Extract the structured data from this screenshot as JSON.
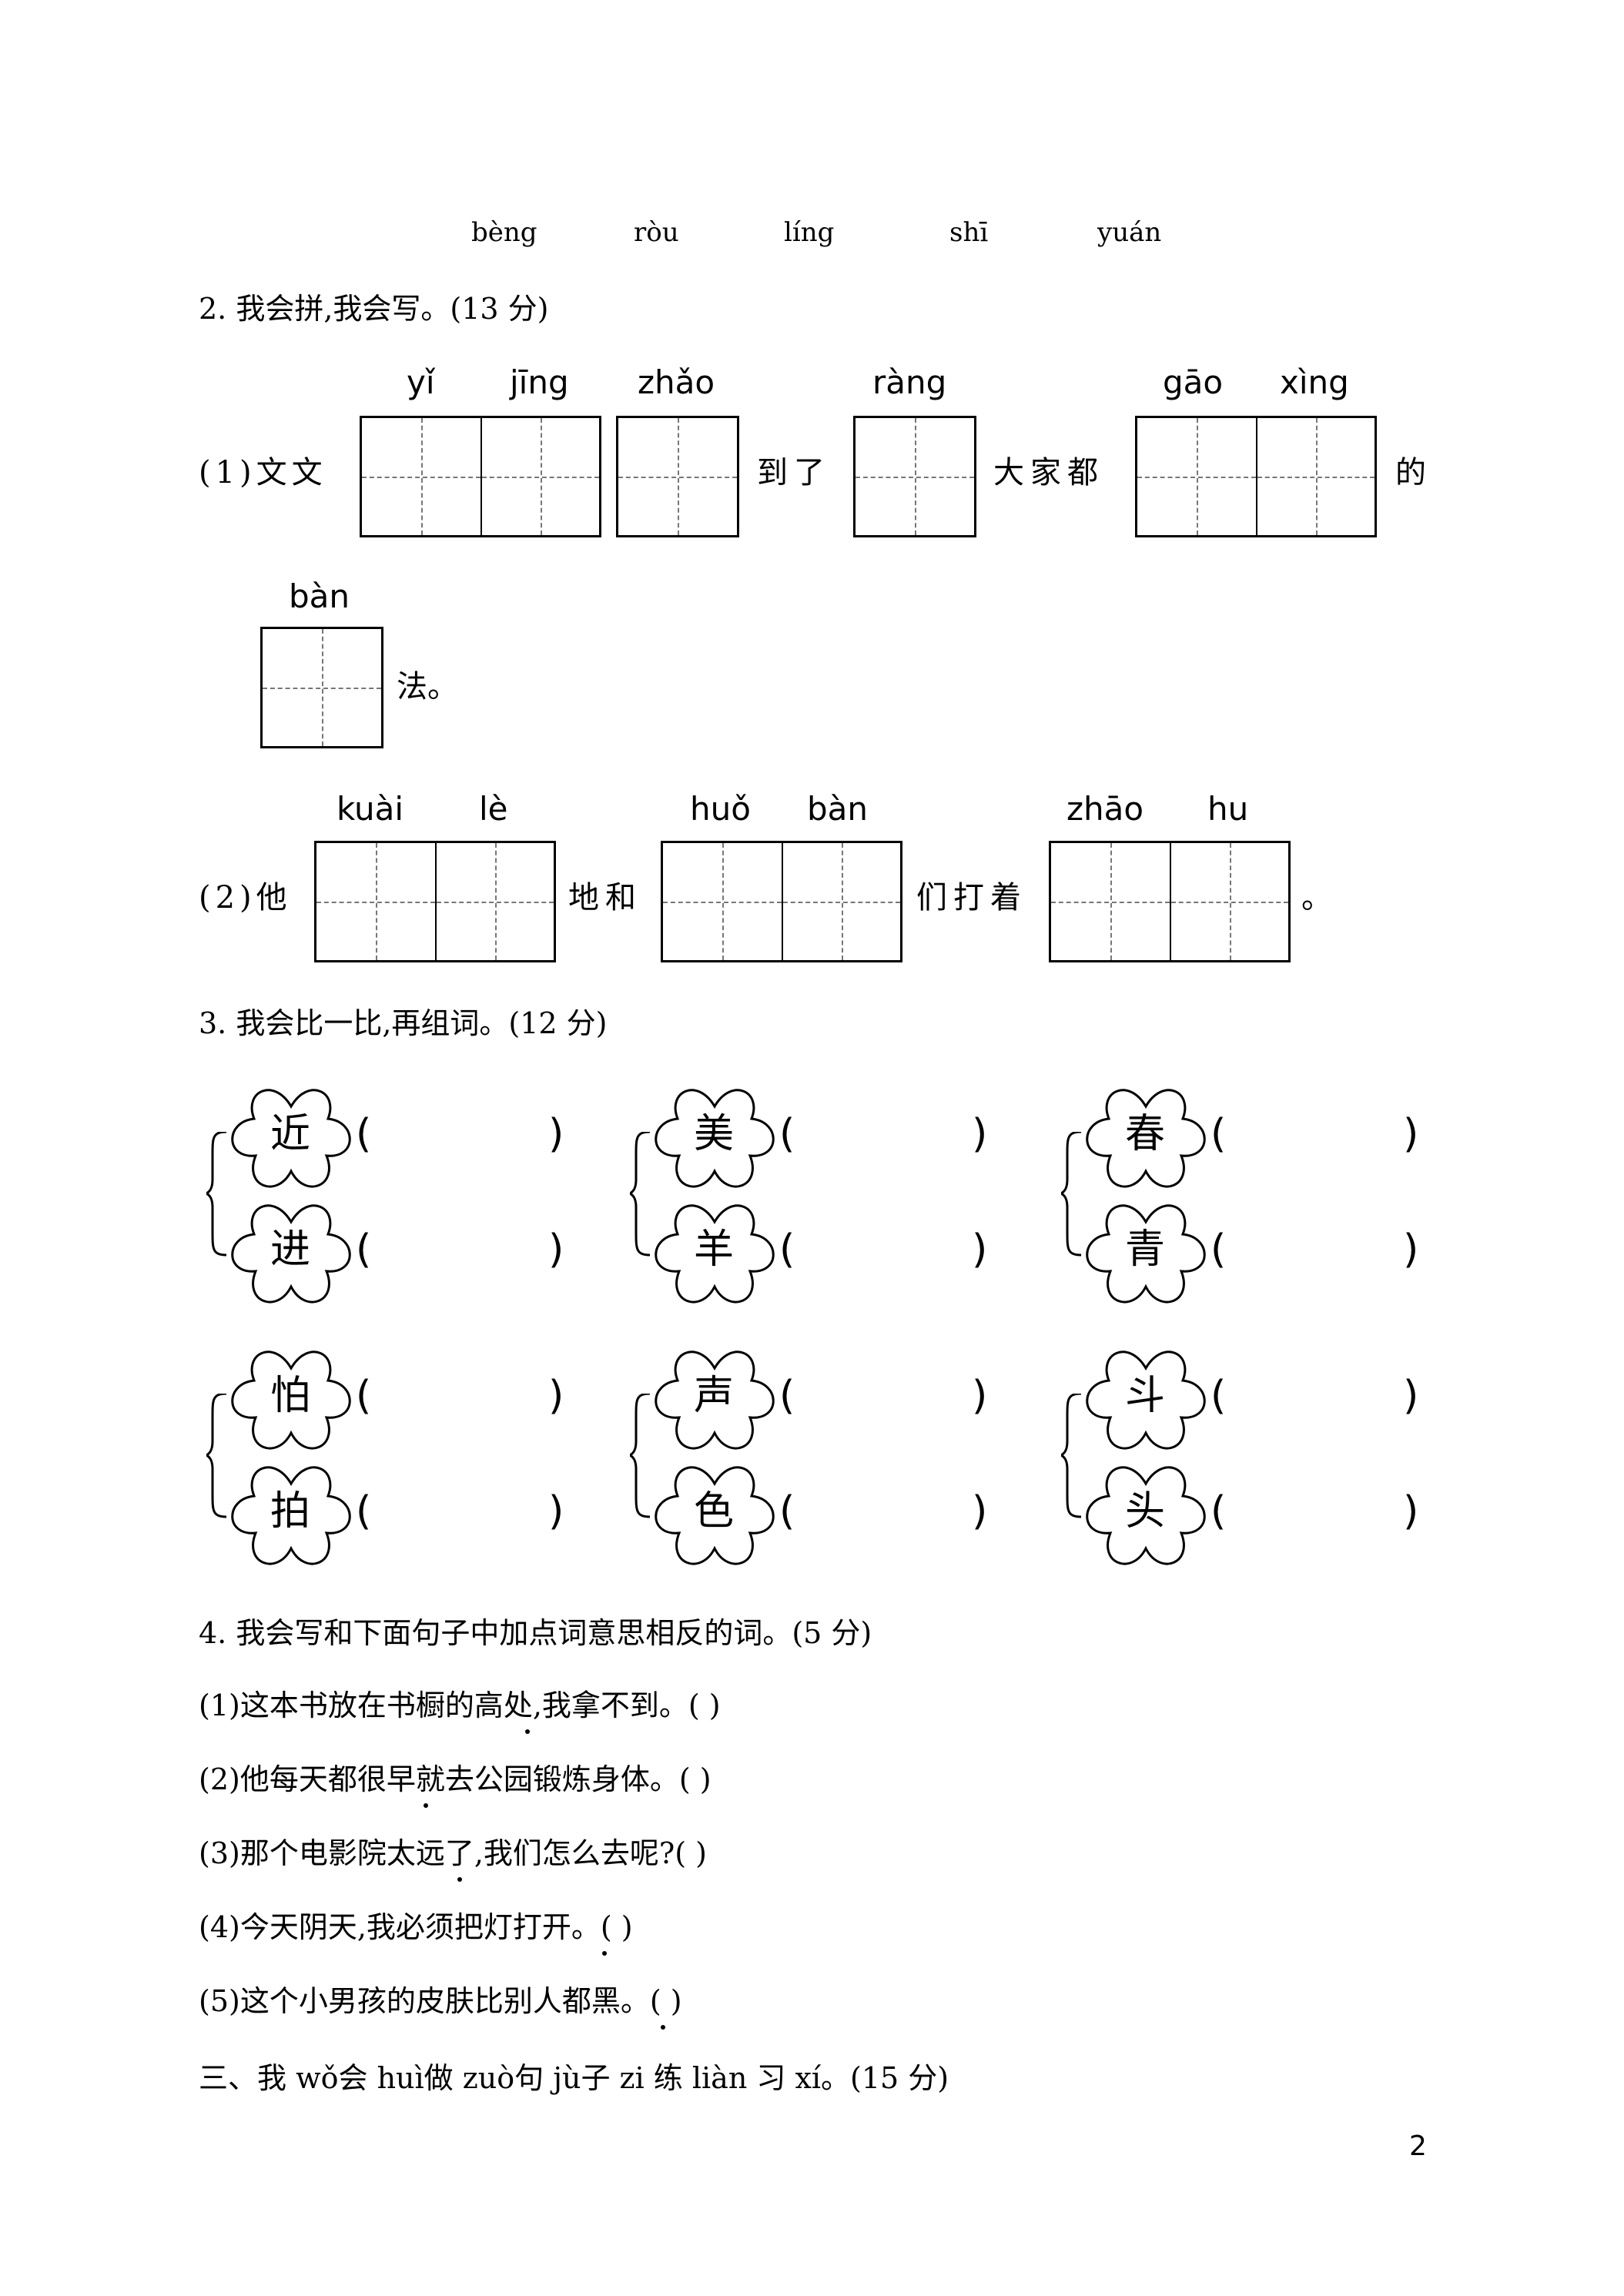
{
  "top_pinyin": [
    "bèng",
    "ròu",
    "líng",
    "shī",
    "yuán"
  ],
  "q2": {
    "title": "2. 我会拼,我会写。(13 分)",
    "line1": {
      "label": "(1)文文",
      "pinyin": [
        "yǐ",
        "jīng",
        "zhǎo",
        "ràng",
        "gāo",
        "xìng"
      ],
      "text_between_1": "到了",
      "text_between_2": "大家都",
      "text_end": "的"
    },
    "line1b": {
      "pinyin": "bàn",
      "text_end": "法。"
    },
    "line2": {
      "label": "(2)他",
      "pinyin": [
        "kuài",
        "lè",
        "huǒ",
        "bàn",
        "zhāo",
        "hu"
      ],
      "text_between_1": "地和",
      "text_between_2": "们打着",
      "text_end": "。"
    }
  },
  "q3": {
    "title": "3. 我会比一比,再组词。(12 分)",
    "pairs": [
      [
        "近",
        "进"
      ],
      [
        "美",
        "羊"
      ],
      [
        "春",
        "青"
      ],
      [
        "怕",
        "拍"
      ],
      [
        "声",
        "色"
      ],
      [
        "斗",
        "头"
      ]
    ],
    "open_paren": "(",
    "close_paren": ")"
  },
  "q4": {
    "title": "4. 我会写和下面句子中加点词意思相反的词。(5 分)",
    "items": [
      "(1)这本书放在书橱的高处,我拿不到。(          )",
      "(2)他每天都很早就去公园锻炼身体。(          )",
      "(3)那个电影院太远了,我们怎么去呢?(          )",
      "(4)今天阴天,我必须把灯打开。(          )",
      "(5)这个小男孩的皮肤比别人都黑。(          )"
    ]
  },
  "section3": "三、我 wǒ会 huì做 zuò句 jù子 zi 练 liàn 习 xí。(15 分)",
  "page_number": "2"
}
